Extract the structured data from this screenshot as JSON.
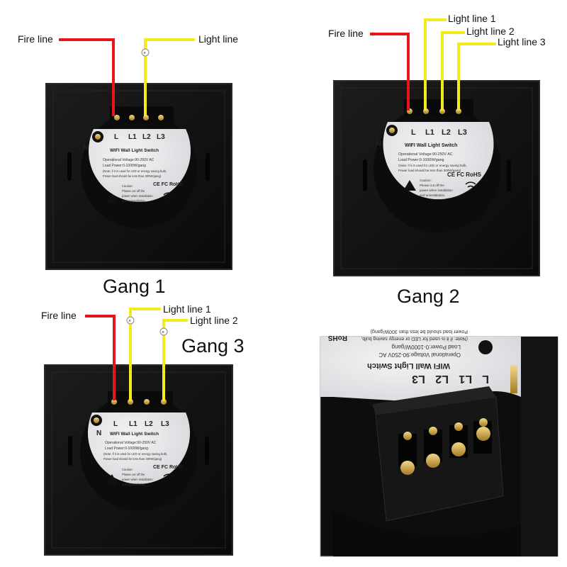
{
  "colors": {
    "fire": "#e8141c",
    "light": "#f2ec1a",
    "panel": "#121212",
    "module": "#e9e9ec"
  },
  "panels": [
    {
      "title": "Gang 1",
      "fire_label": "Fire line",
      "light_labels": [
        "Light line"
      ],
      "terminals": [
        "L",
        "L1",
        "L2",
        "L3"
      ],
      "neutral": "N",
      "module_title": "WIFI Wall Light Switch",
      "spec_lines": [
        "Operational Voltage:90-250V AC",
        "Load Power:0-1000W/gang",
        "(Note: if it is used for LED or energy saving bulb,",
        "Power load should be less than 300W/gang)"
      ],
      "caution_lines": [
        "Caution:",
        "Please cut off the",
        "power when installation",
        "and uninstallation."
      ],
      "cert": "CE FC RoHS"
    },
    {
      "title": "Gang 2",
      "fire_label": "Fire line",
      "light_labels": [
        "Light line 1",
        "Light line 2",
        "Light line 3"
      ],
      "terminals": [
        "L",
        "L1",
        "L2",
        "L3"
      ],
      "neutral": "N",
      "module_title": "WIFI Wall Light Switch",
      "spec_lines": [
        "Operational Voltage:90-250V AC",
        "Load Power:0-1000W/gang",
        "(Note: if it is used for LED or energy saving bulb,",
        "Power load should be less than 300W/gang)"
      ],
      "caution_lines": [
        "Caution:",
        "Please cut off the",
        "power when installation",
        "and uninstallation."
      ],
      "cert": "CE FC RoHS"
    },
    {
      "title": "Gang 3",
      "fire_label": "Fire line",
      "light_labels": [
        "Light line 1",
        "Light line 2"
      ],
      "terminals": [
        "L",
        "L1",
        "L2",
        "L3"
      ],
      "neutral": "N",
      "module_title": "WIFI Wall Light Switch",
      "spec_lines": [
        "Operational Voltage:90-250V AC",
        "Load Power:0-1000W/gang",
        "(Note: if it is used for LED or energy saving bulb,",
        "Power load should be less than 300W/gang)"
      ],
      "caution_lines": [
        "Caution:",
        "Please cut off the",
        "power when installation",
        "and uninstallation."
      ],
      "cert": "CE FC RoHS"
    }
  ],
  "closeup": {
    "terminals": [
      "L",
      "L1",
      "L2",
      "L3"
    ],
    "module_title": "WIFI Wall Light Switch",
    "spec_lines": [
      "Operational Voltage:90-250V AC",
      "Load Power:0-1000W/gang",
      "(Note: if it is used for LED or energy saving bulb,",
      "Power load should be less than 300W/gang)"
    ],
    "cert": "RoHS"
  }
}
